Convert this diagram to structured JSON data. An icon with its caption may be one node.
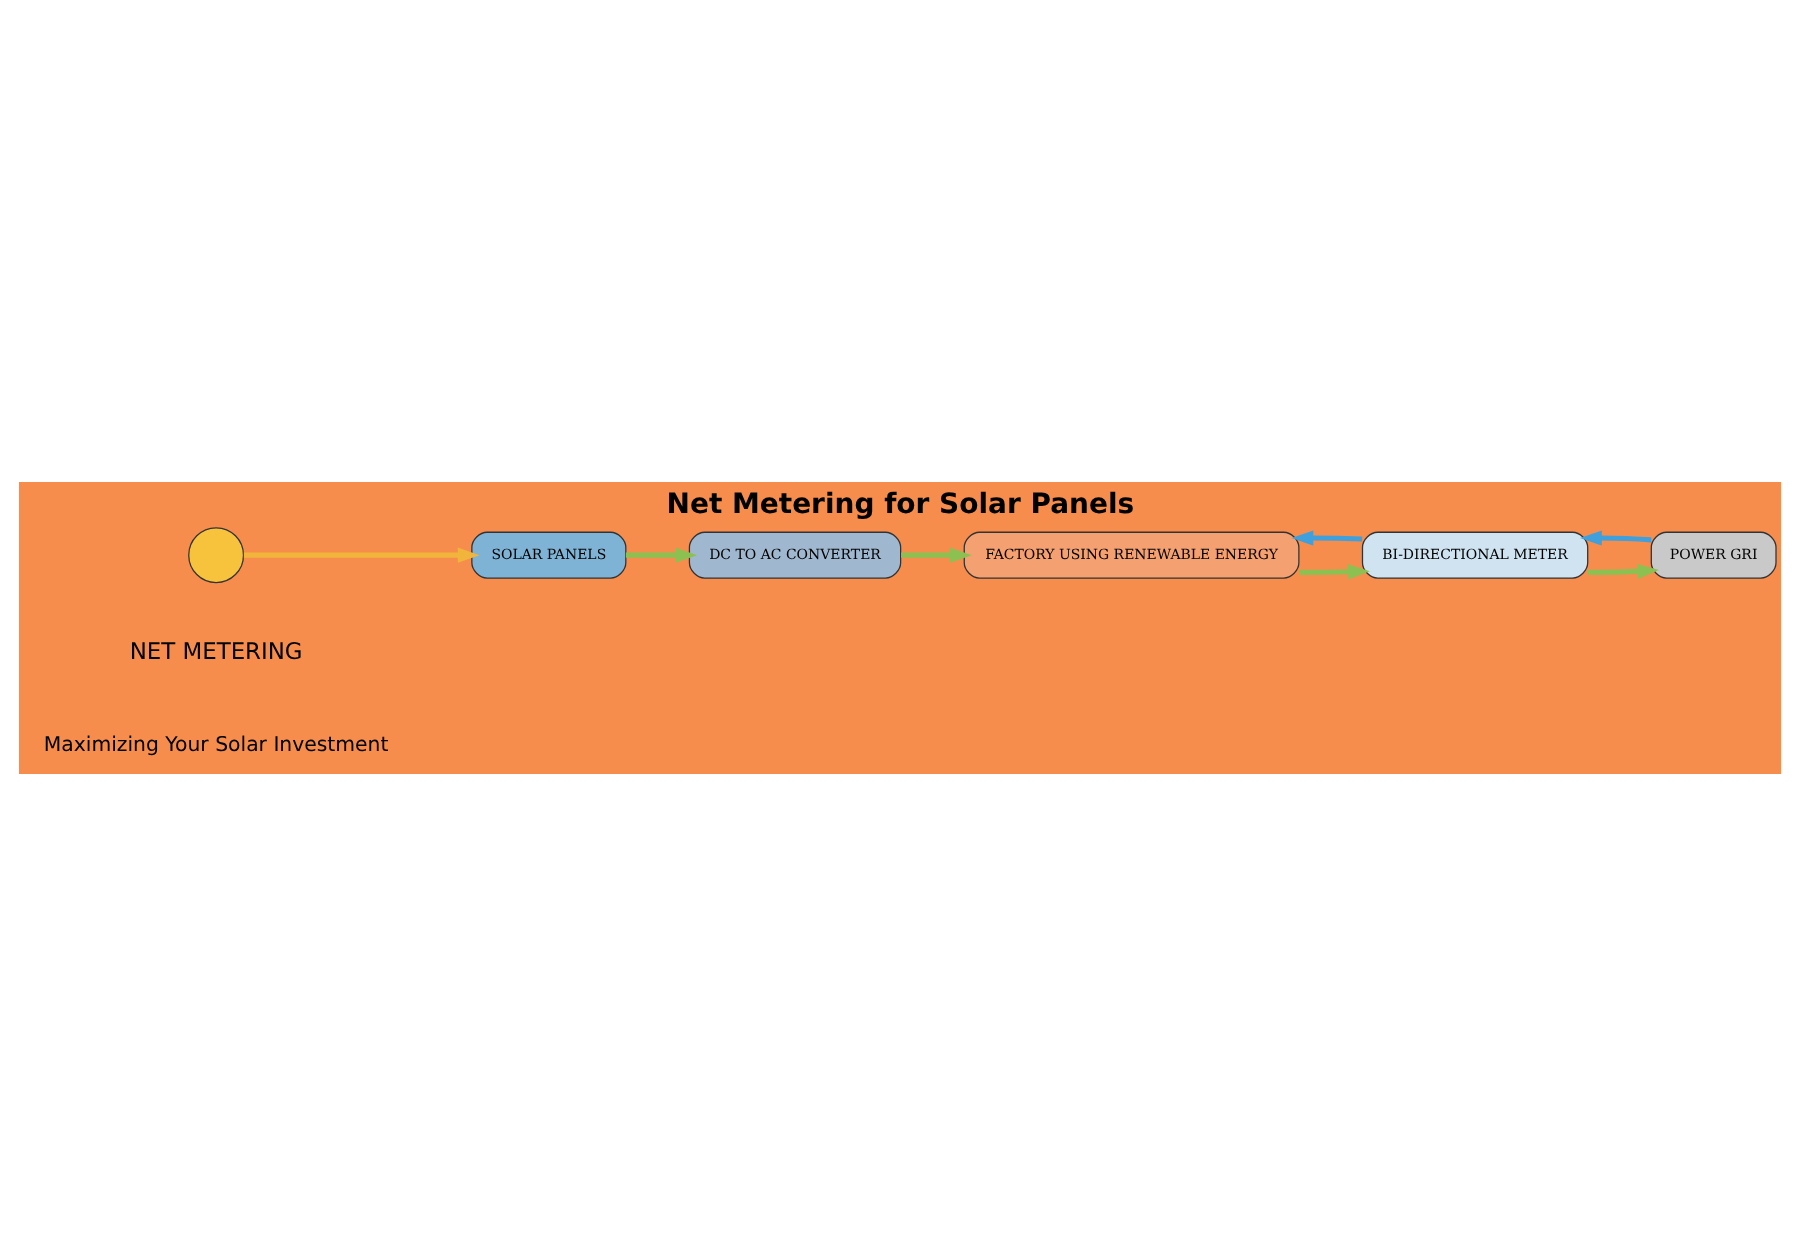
{
  "diagram": {
    "title": "Net Metering for Solar Panels",
    "nodes": [
      {
        "text": [],
        "shape": "circle"
      },
      {
        "text": [
          "SOLAR PANELS"
        ]
      },
      {
        "text": [
          "DC TO AC CONVERTER"
        ]
      },
      {
        "text": [
          "FACTORY USING RENEWABLE ENERGY"
        ]
      },
      {
        "text": [
          "BI-DIRECTIONAL METER"
        ]
      },
      {
        "text": [
          "POWER GRI"
        ]
      }
    ],
    "edges": [
      {
        "from": 0,
        "to": 1,
        "arrow": "to",
        "color": "#f2b53c"
      },
      {
        "from": 1,
        "to": 2,
        "arrow": "to"
      },
      {
        "from": 2,
        "to": 3,
        "arrow": "to"
      },
      {
        "from": 4,
        "to": 3,
        "arrow": "to",
        "color": "#3fa0dc"
      },
      {
        "from": 3,
        "to": 4,
        "arrow": "to"
      },
      {
        "from": 5,
        "to": 4,
        "arrow": "to",
        "color": "#3fa0dc"
      },
      {
        "from": 4,
        "to": 5,
        "arrow": "to"
      }
    ],
    "labels": [
      "Maximizing Your Solar Investment",
      "NET METERING"
    ]
  }
}
